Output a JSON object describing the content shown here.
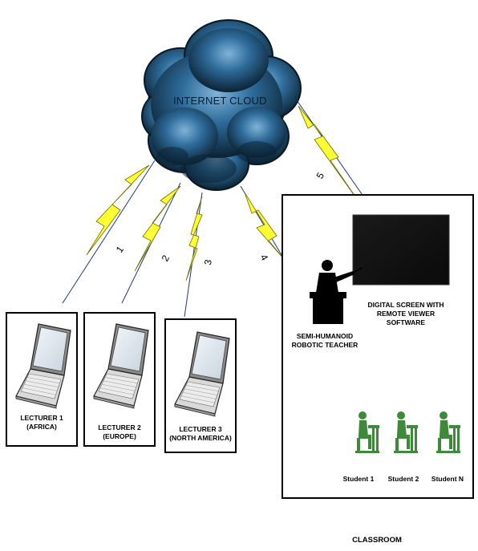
{
  "cloud": {
    "label": "INTERNET CLOUD"
  },
  "links": [
    "1",
    "2",
    "3",
    "4",
    "5"
  ],
  "lecturers": [
    {
      "name": "LECTURER 1",
      "region": "(AFRICA)"
    },
    {
      "name": "LECTURER 2",
      "region": "(EUROPE)"
    },
    {
      "name": "LECTURER 3",
      "region": "(NORTH AMERICA)"
    }
  ],
  "classroom": {
    "label": "CLASSROOM",
    "screen_line1": "DIGITAL SCREEN WITH",
    "screen_line2": "REMOTE VIEWER SOFTWARE",
    "teacher_line1": "SEMI-HUMANOID",
    "teacher_line2": "ROBOTIC TEACHER",
    "students": [
      "Student 1",
      "Student 2",
      "Student N"
    ]
  },
  "colors": {
    "lightning": "#ffff33",
    "link_line": "#1f3b7a",
    "student": "#3f8a3a",
    "screen": "#111111"
  }
}
